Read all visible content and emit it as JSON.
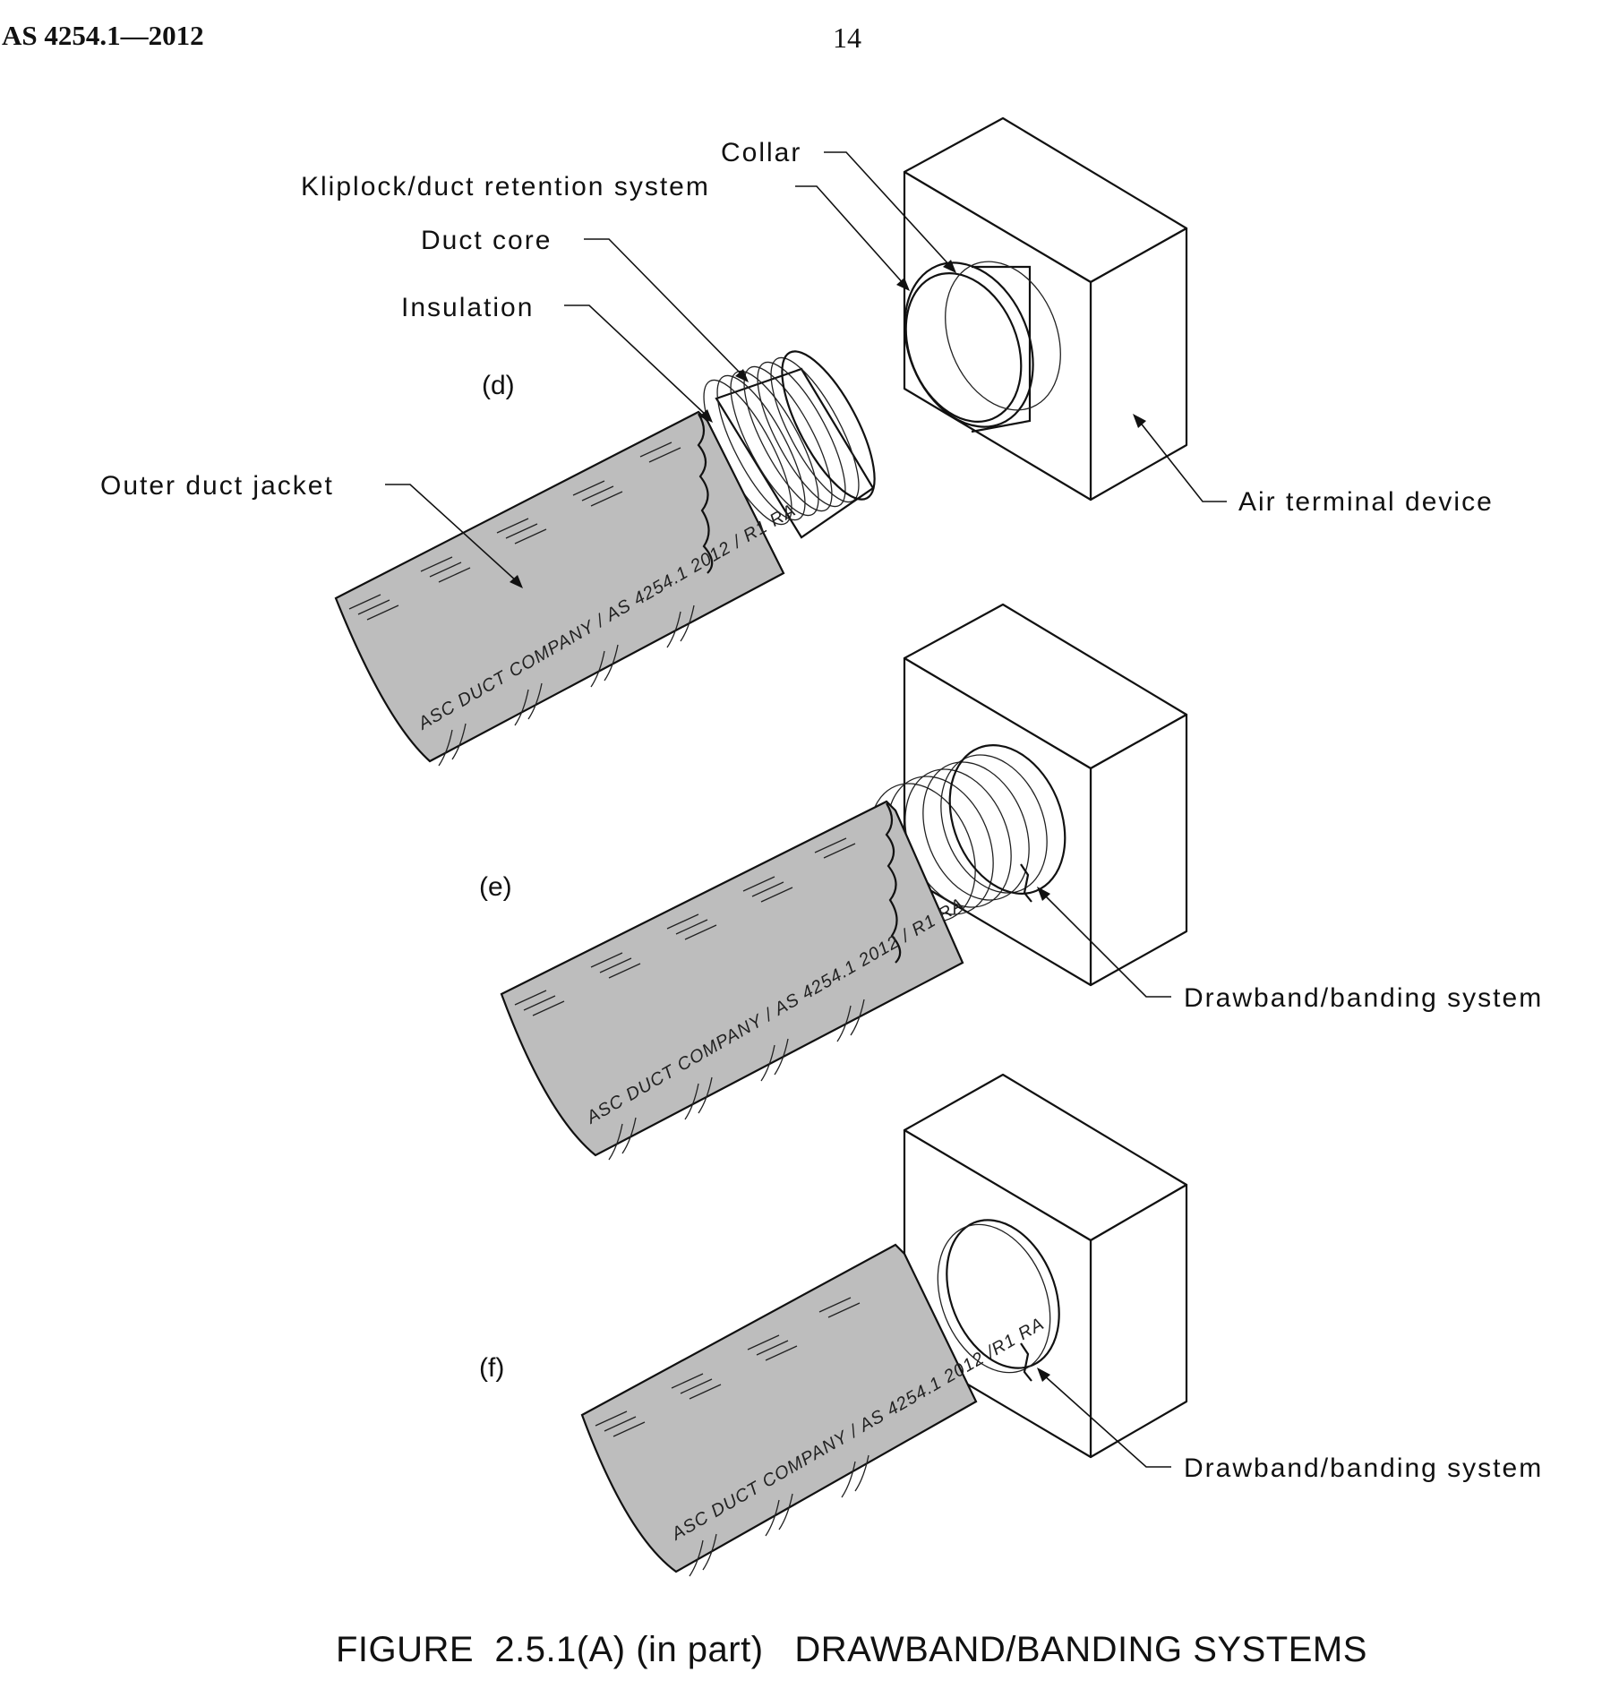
{
  "header": {
    "standard": "AS 4254.1—2012",
    "page_number": "14"
  },
  "labels": {
    "collar": "Collar",
    "kliplock": "Kliplock/duct retention system",
    "duct_core": "Duct core",
    "insulation": "Insulation",
    "outer_jacket": "Outer duct jacket",
    "air_terminal": "Air terminal device",
    "drawband_e": "Drawband/banding system",
    "drawband_f": "Drawband/banding system"
  },
  "sub_figures": {
    "d": "(d)",
    "e": "(e)",
    "f": "(f)"
  },
  "duct_print": {
    "d": "ASC DUCT COMPANY / AS 4254.1 2012 / R1 RA",
    "e": "ASC DUCT COMPANY / AS 4254.1 2012 / R1 RA",
    "f": "ASC DUCT COMPANY / AS 4254.1 2012 /R1 RA"
  },
  "caption": "FIGURE  2.5.1(A) (in part)   DRAWBAND/BANDING SYSTEMS"
}
